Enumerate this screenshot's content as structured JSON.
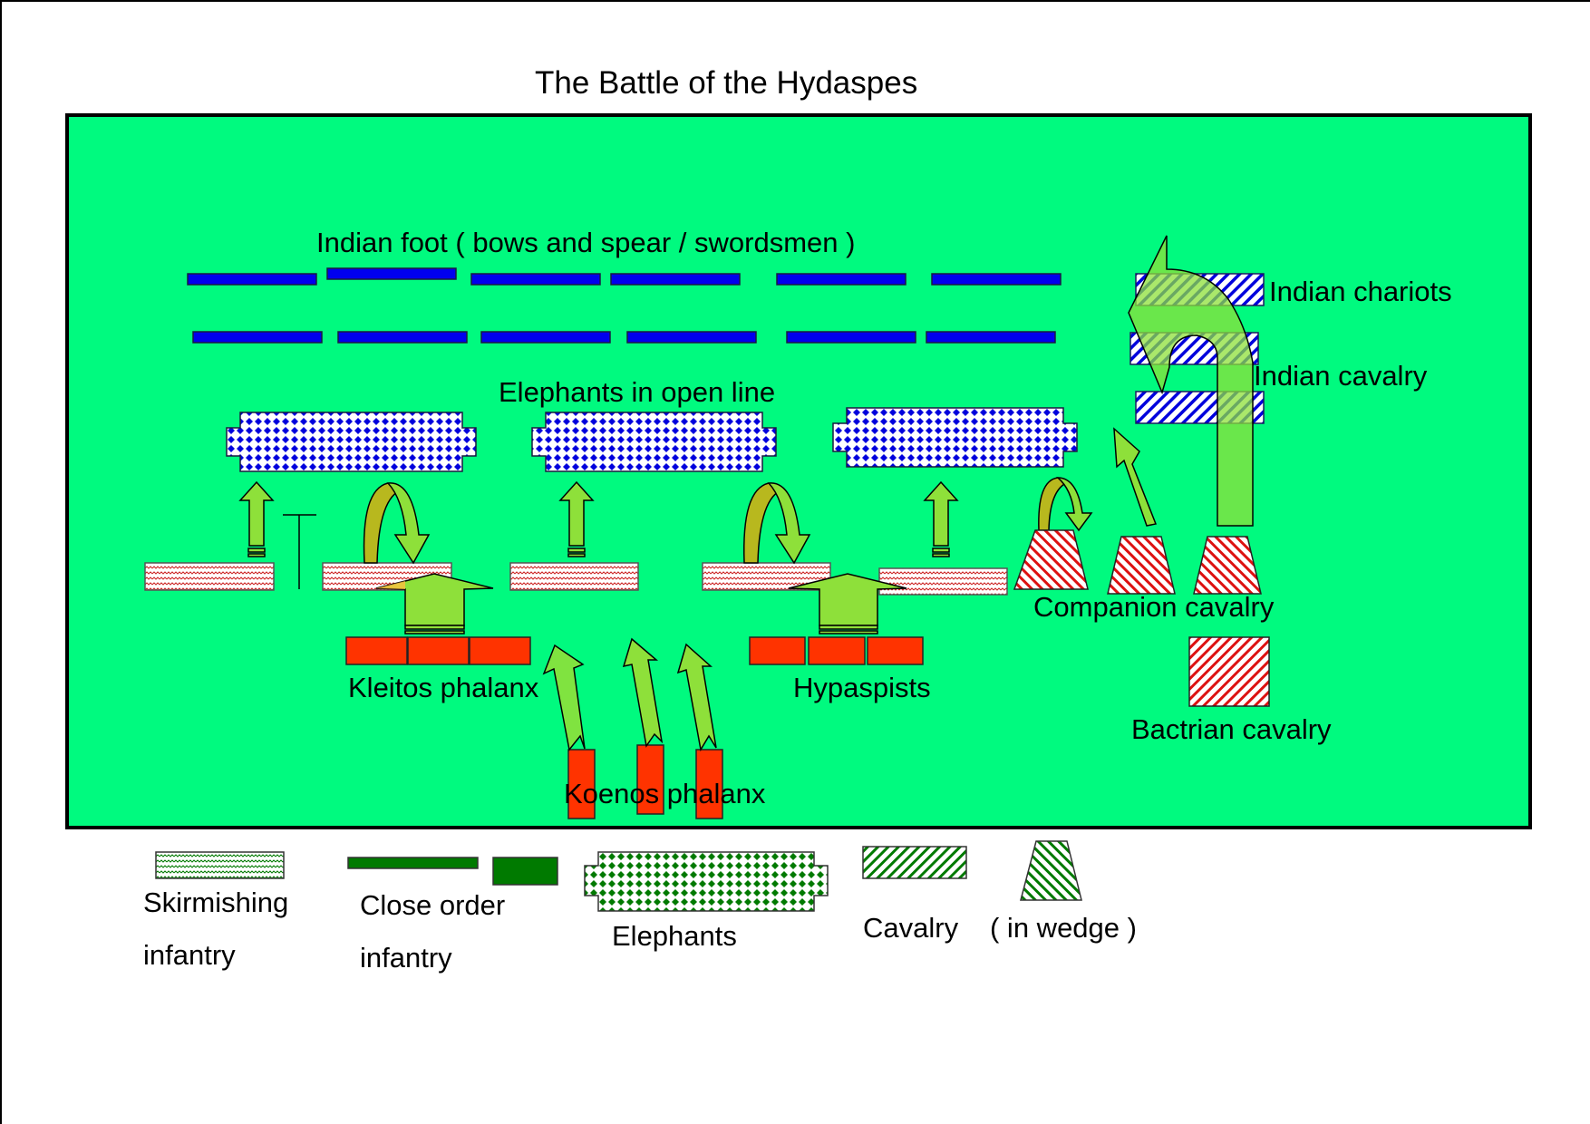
{
  "title": "The Battle of the Hydaspes",
  "colors": {
    "field": "#00fa7f",
    "indian_blue": "#0000ee",
    "macedonian_red": "#ff3300",
    "arrow_fill": "#8ee03a",
    "arrow_dark": "#b8b81e",
    "legend_green": "#007a00",
    "skirmish_red": "#cc2222",
    "cavalry_red": "#dd1111"
  },
  "labels": {
    "indian_foot": "Indian foot  ( bows and spear / swordsmen )",
    "elephants_open_line": "Elephants in open line",
    "indian_chariots": "Indian chariots",
    "indian_cavalry": "Indian cavalry",
    "companion_cavalry": "Companion cavalry",
    "bactrian_cavalry": "Bactrian cavalry",
    "kleitos_phalanx": "Kleitos phalanx",
    "hypaspists": "Hypaspists",
    "koenos_phalanx": "Koenos phalanx"
  },
  "legend": {
    "skirmishing_1": "Skirmishing",
    "skirmishing_2": "infantry",
    "close_order_1": "Close order",
    "close_order_2": "infantry",
    "elephants": "Elephants",
    "cavalry": "Cavalry",
    "wedge": "( in wedge )"
  }
}
